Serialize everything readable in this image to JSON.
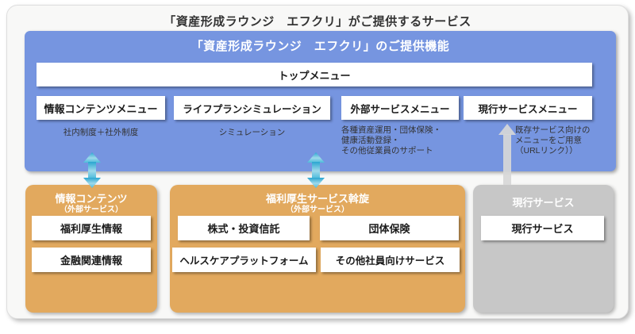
{
  "page": {
    "title": "「資産形成ラウンジ　エフクリ」がご提供するサービス"
  },
  "colors": {
    "blue": "#7695e0",
    "orange": "#e2a95e",
    "gray": "#c7c7c7",
    "cyan_arrow": "#3fb1d6",
    "gray_arrow": "#d7d7d7",
    "panel_bg": "#f8f8f7"
  },
  "features": {
    "header": "「資産形成ラウンジ　エフクリ」のご提供機能",
    "top_menu": "トップメニュー",
    "menus": [
      {
        "label": "情報コンテンツメニュー",
        "note": "社内制度＋社外制度"
      },
      {
        "label": "ライフプランシミュレーション",
        "note": "シミュレーション"
      },
      {
        "label": "外部サービスメニュー",
        "note": "各種資産運用・団体保険・\n健康活動登録・\nその他従業員のサポート"
      },
      {
        "label": "現行サービスメニュー",
        "note": "既存サービス向けの\nメニューをご用意\n（URLリンク））"
      }
    ]
  },
  "sections": [
    {
      "title": "情報コンテンツ",
      "subtitle": "（外部サービス）",
      "items": [
        "福利厚生情報",
        "金融関連情報"
      ]
    },
    {
      "title": "福利厚生サービス斡旋",
      "subtitle": "（外部サービス）",
      "items": [
        "株式・投資信託",
        "団体保険",
        "ヘルスケアプラットフォーム",
        "その他社員向けサービス"
      ]
    },
    {
      "title": "現行サービス",
      "subtitle": "",
      "items": [
        "現行サービス"
      ]
    }
  ]
}
